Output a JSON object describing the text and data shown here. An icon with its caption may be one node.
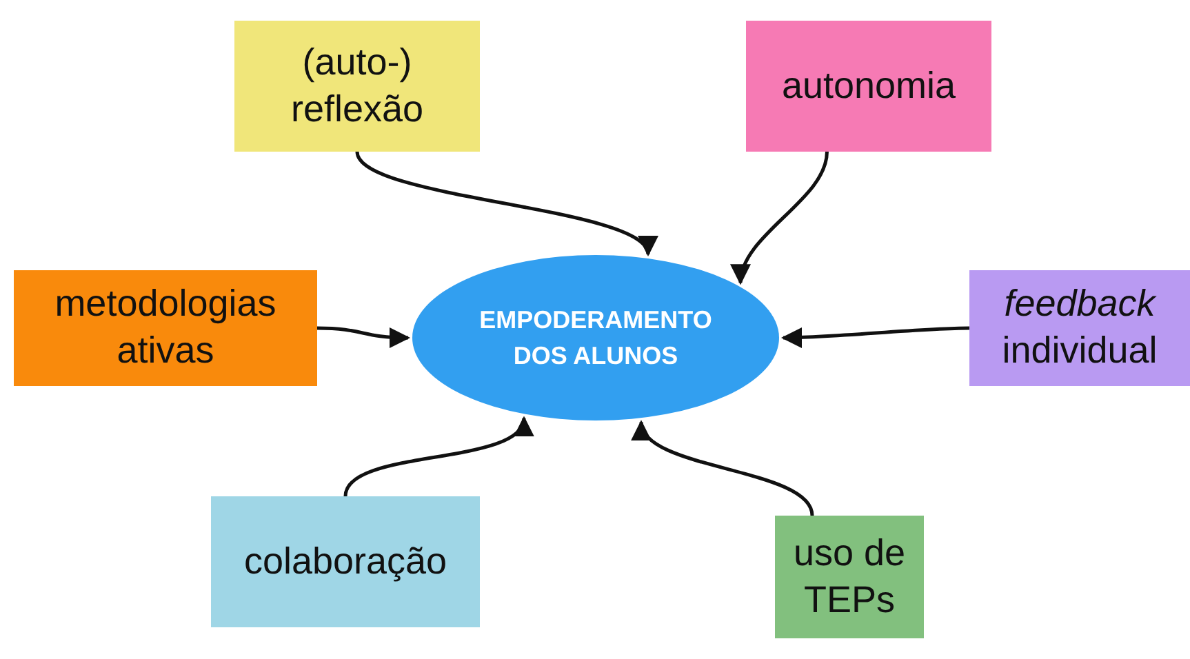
{
  "diagram": {
    "nodes": [
      {
        "text": [
          "EMPODERAMENTO DOS ALUNOS"
        ]
      },
      {
        "text": [
          "(auto-) reflexão"
        ]
      },
      {
        "text": [
          "autonomia"
        ]
      },
      {
        "text": [
          "metodologias ativas"
        ]
      },
      {
        "text": [
          "*feedback* individual"
        ]
      },
      {
        "text": [
          "colaboração"
        ]
      },
      {
        "text": [
          "uso de TEPs"
        ]
      }
    ],
    "edges": [
      {
        "from": 1,
        "to": 0,
        "arrow": "to"
      },
      {
        "from": 2,
        "to": 0,
        "arrow": "to"
      },
      {
        "from": 3,
        "to": 0,
        "arrow": "to"
      },
      {
        "from": 4,
        "to": 0,
        "arrow": "to"
      },
      {
        "from": 5,
        "to": 0,
        "arrow": "to"
      },
      {
        "from": 6,
        "to": 0,
        "arrow": "to"
      }
    ]
  }
}
